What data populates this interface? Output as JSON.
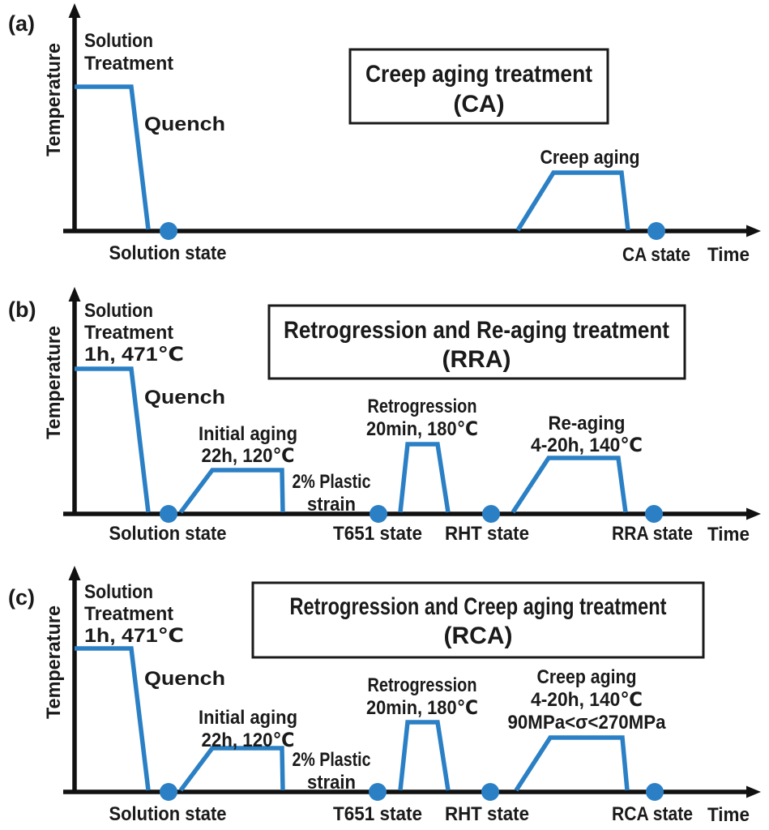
{
  "colors": {
    "accent_blue": "#2b80c5",
    "ink": "#1a1a1a"
  },
  "axis": {
    "y_label": "Temperature",
    "x_label": "Time"
  },
  "panel_a": {
    "tag": "(a)",
    "title_line1": "Creep aging treatment",
    "title_line2": "(CA)",
    "y_label": "Temperature",
    "x_label": "Time",
    "solution_l1": "Solution",
    "solution_l2": "Treatment",
    "quench": "Quench",
    "creep_aging": "Creep aging",
    "state_solution": "Solution state",
    "state_ca": "CA state"
  },
  "panel_b": {
    "tag": "(b)",
    "title_line1": "Retrogression and Re-aging treatment",
    "title_line2": "(RRA)",
    "y_label": "Temperature",
    "x_label": "Time",
    "solution_l1": "Solution",
    "solution_l2": "Treatment",
    "solution_l3": "1h, 471℃",
    "quench": "Quench",
    "initial_aging_l1": "Initial aging",
    "initial_aging_l2": "22h, 120℃",
    "plastic_l1": "2% Plastic",
    "plastic_l2": "strain",
    "retrogression_l1": "Retrogression",
    "retrogression_l2": "20min, 180℃",
    "reaging_l1": "Re-aging",
    "reaging_l2": "4-20h, 140℃",
    "state_solution": "Solution state",
    "state_t651": "T651 state",
    "state_rht": "RHT state",
    "state_rra": "RRA state"
  },
  "panel_c": {
    "tag": "(c)",
    "title_line1": "Retrogression and Creep aging treatment",
    "title_line2": "(RCA)",
    "y_label": "Temperature",
    "x_label": "Time",
    "solution_l1": "Solution",
    "solution_l2": "Treatment",
    "solution_l3": "1h, 471℃",
    "quench": "Quench",
    "initial_aging_l1": "Initial aging",
    "initial_aging_l2": "22h, 120℃",
    "plastic_l1": "2% Plastic",
    "plastic_l2": "strain",
    "retrogression_l1": "Retrogression",
    "retrogression_l2": "20min, 180℃",
    "creep_l1": "Creep aging",
    "creep_l2": "4-20h, 140℃",
    "creep_l3": "90MPa<σ<270MPa",
    "state_solution": "Solution state",
    "state_t651": "T651 state",
    "state_rht": "RHT state",
    "state_rca": "RCA state"
  }
}
